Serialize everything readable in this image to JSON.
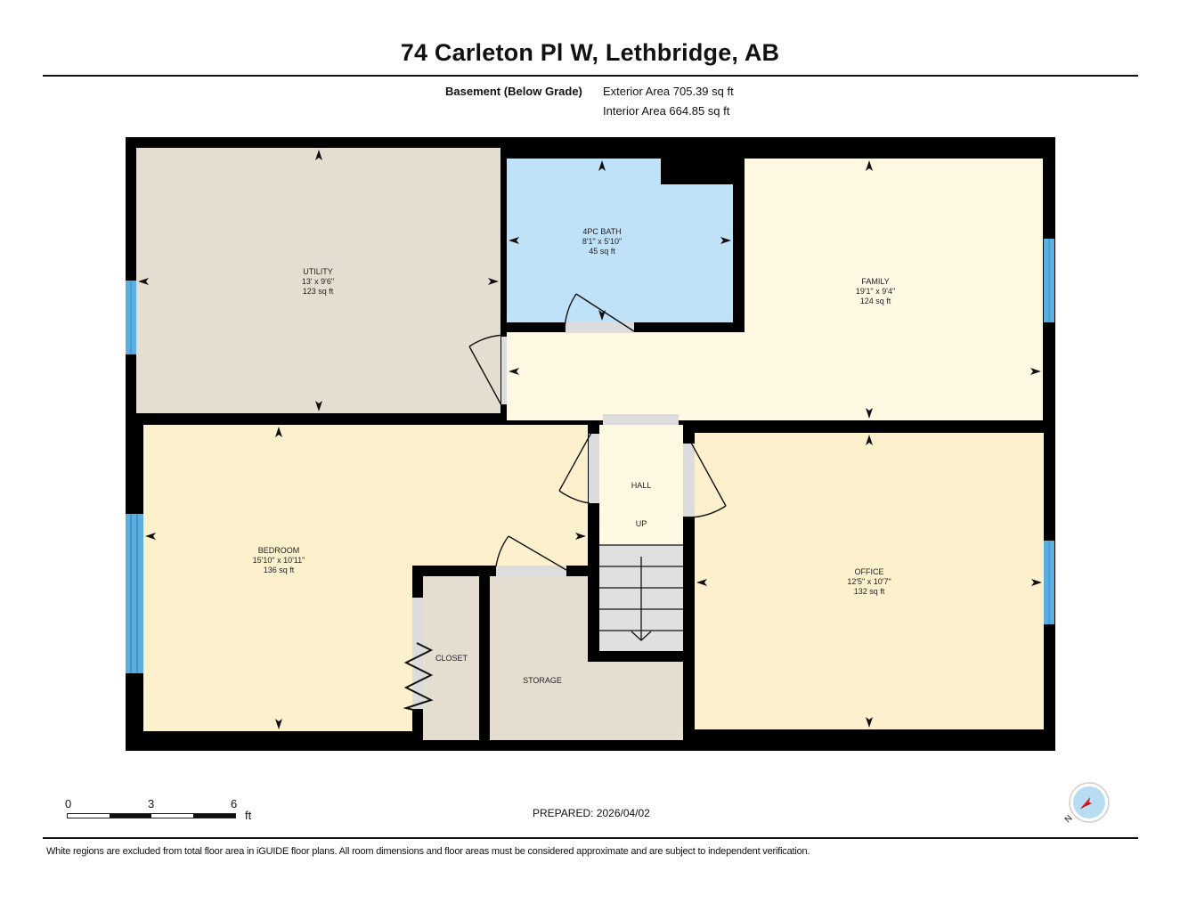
{
  "header": {
    "title": "74 Carleton Pl W, Lethbridge, AB",
    "floor_label": "Basement (Below Grade)",
    "exterior_area": "Exterior Area 705.39 sq ft",
    "interior_area": "Interior Area 664.85 sq ft"
  },
  "colors": {
    "wall": "#000000",
    "utility": "#e6ddd1",
    "bath": "#c0e2f8",
    "family": "#fff8e3",
    "bedroom": "#fdf0cd",
    "office": "#fdf0cd",
    "hall": "#fff8e3",
    "closet": "#e6ddd1",
    "storage": "#e6ddd1",
    "stairs": "#dfe0e0",
    "window": "#5aaee0",
    "door_opening": "#dcdcdc"
  },
  "rooms": [
    {
      "name": "UTILITY",
      "dims": "13' x 9'6\"",
      "area": "123 sq ft"
    },
    {
      "name": "4PC BATH",
      "dims": "8'1\" x 5'10\"",
      "area": "45 sq ft"
    },
    {
      "name": "FAMILY",
      "dims": "19'1\" x 9'4\"",
      "area": "124 sq ft"
    },
    {
      "name": "BEDROOM",
      "dims": "15'10\" x 10'11\"",
      "area": "136 sq ft"
    },
    {
      "name": "HALL",
      "dims": "",
      "area": ""
    },
    {
      "name": "OFFICE",
      "dims": "12'5\" x 10'7\"",
      "area": "132 sq ft"
    },
    {
      "name": "CLOSET",
      "dims": "",
      "area": ""
    },
    {
      "name": "STORAGE",
      "dims": "",
      "area": ""
    }
  ],
  "stairs_label": "UP",
  "scale": {
    "ticks": [
      "0",
      "3",
      "6"
    ],
    "unit": "ft"
  },
  "prepared": "PREPARED: 2026/04/02",
  "compass": {
    "icon": "north-compass-icon",
    "label": "N"
  },
  "footer": {
    "disclaimer": "White regions are excluded from total floor area in iGUIDE floor plans. All room dimensions and floor areas must be considered approximate and are subject to independent verification."
  }
}
